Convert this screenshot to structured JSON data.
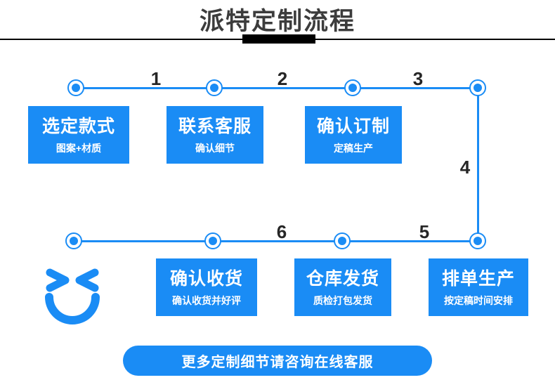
{
  "header": {
    "title": "派特定制流程",
    "divider_color": "#000000"
  },
  "theme": {
    "accent": "#1a8cf5",
    "title_color": "#3c3c3c",
    "number_color": "#262626",
    "box_text_color": "#ffffff",
    "background": "#ffffff"
  },
  "flow": {
    "top_row": {
      "numbers": [
        "1",
        "2",
        "3"
      ],
      "steps": [
        {
          "title": "选定款式",
          "subtitle": "图案+材质"
        },
        {
          "title": "联系客服",
          "subtitle": "确认细节"
        },
        {
          "title": "确认订制",
          "subtitle": "定稿生产"
        }
      ]
    },
    "right_connector": {
      "number": "4"
    },
    "bottom_row": {
      "numbers": [
        "6",
        "5"
      ],
      "steps": [
        {
          "title": "确认收货",
          "subtitle": "确认收货并好评"
        },
        {
          "title": "仓库发货",
          "subtitle": "质检打包发货"
        },
        {
          "title": "排单生产",
          "subtitle": "按定稿时间安排"
        }
      ]
    },
    "smiley_icon": "smiley-face-icon"
  },
  "cta": {
    "label": "更多定制细节请咨询在线客服"
  }
}
